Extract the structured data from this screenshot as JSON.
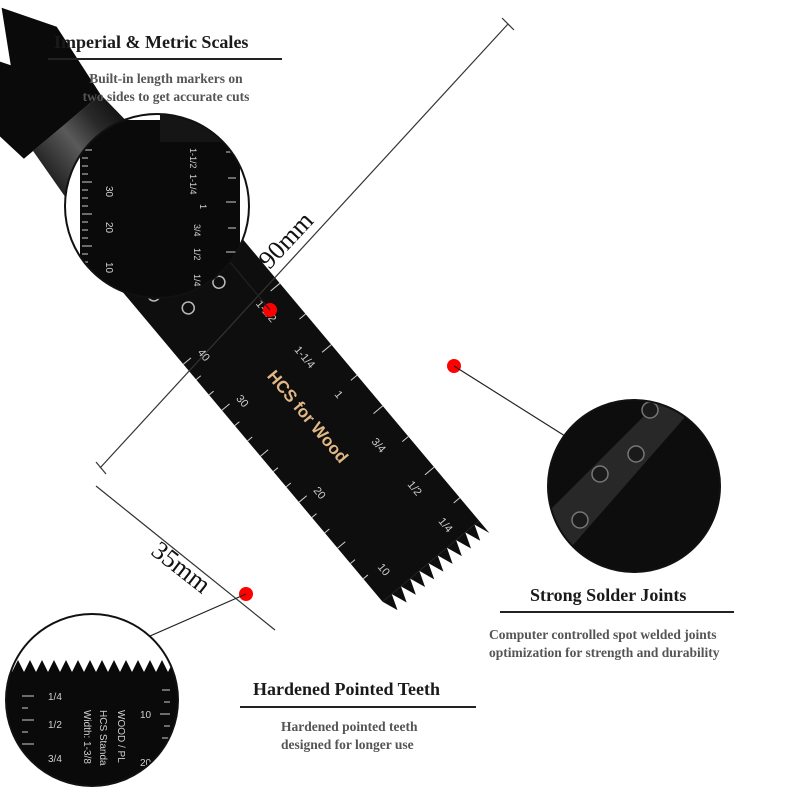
{
  "features": {
    "scales": {
      "title": "Imperial & Metric Scales",
      "desc_line1": "Built-in length markers on",
      "desc_line2": "two sides to get accurate cuts"
    },
    "solder": {
      "title": "Strong Solder Joints",
      "desc_line1": "Computer controlled spot welded joints",
      "desc_line2": "optimization for strength and durability"
    },
    "teeth": {
      "title": "Hardened Pointed Teeth",
      "desc_line1": "Hardened pointed teeth",
      "desc_line2": "designed for longer use"
    }
  },
  "dimensions": {
    "length": "90mm",
    "width": "35mm"
  },
  "blade": {
    "brand_text": "HCS for Wood",
    "metric_labels": [
      "10",
      "20",
      "30",
      "40"
    ],
    "imperial_labels": [
      "1/4",
      "1/2",
      "3/4",
      "1",
      "1-1/4",
      "1-1/2"
    ]
  },
  "zoom_scales": {
    "metric_labels": [
      "10",
      "20",
      "30"
    ],
    "imperial_labels": [
      "1/4",
      "1/2",
      "3/4",
      "1",
      "1-1/4",
      "1-1/2"
    ]
  },
  "zoom_teeth": {
    "imperial_labels": [
      "1/4",
      "1/2",
      "3/4"
    ],
    "metric_labels": [
      "10",
      "20"
    ],
    "text_lines": [
      "WOOD / PL",
      "HCS Standa",
      "Width: 1-3/8"
    ]
  },
  "colors": {
    "marker": "#ff0000",
    "blade": "#0e0e0e",
    "text": "#1a1a1a",
    "subtext": "#555555"
  }
}
